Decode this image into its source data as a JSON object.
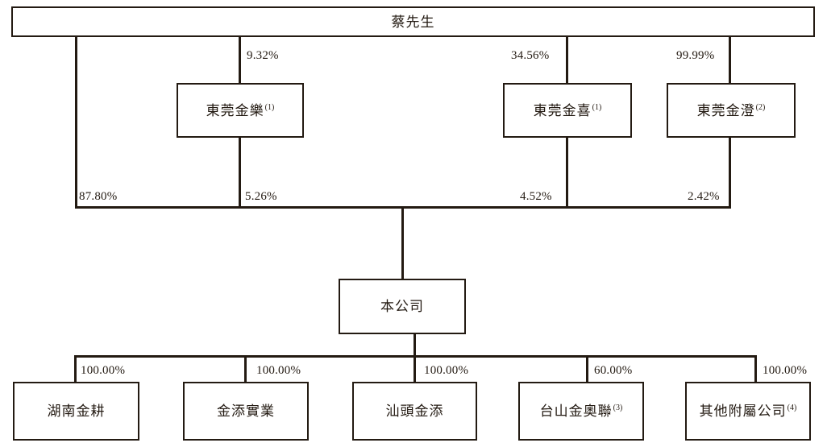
{
  "diagram": {
    "title": "shareholding-structure",
    "colors": {
      "ink": "#231a12",
      "background": "#ffffff"
    },
    "root": {
      "name": "蔡先生"
    },
    "direct_interest_pct": "87.80%",
    "holdcos": [
      {
        "name": "東莞金樂",
        "note": "(1)",
        "owner_pct": "9.32%",
        "company_pct": "5.26%"
      },
      {
        "name": "東莞金喜",
        "note": "(1)",
        "owner_pct": "34.56%",
        "company_pct": "4.52%"
      },
      {
        "name": "東莞金澄",
        "note": "(2)",
        "owner_pct": "99.99%",
        "company_pct": "2.42%"
      }
    ],
    "company": {
      "name": "本公司"
    },
    "subsidiaries": [
      {
        "name": "湖南金耕",
        "note": "",
        "pct": "100.00%"
      },
      {
        "name": "金添實業",
        "note": "",
        "pct": "100.00%"
      },
      {
        "name": "汕頭金添",
        "note": "",
        "pct": "100.00%"
      },
      {
        "name": "台山金奧聯",
        "note": "(3)",
        "pct": "60.00%"
      },
      {
        "name": "其他附屬公司",
        "note": "(4)",
        "pct": "100.00%"
      }
    ]
  }
}
